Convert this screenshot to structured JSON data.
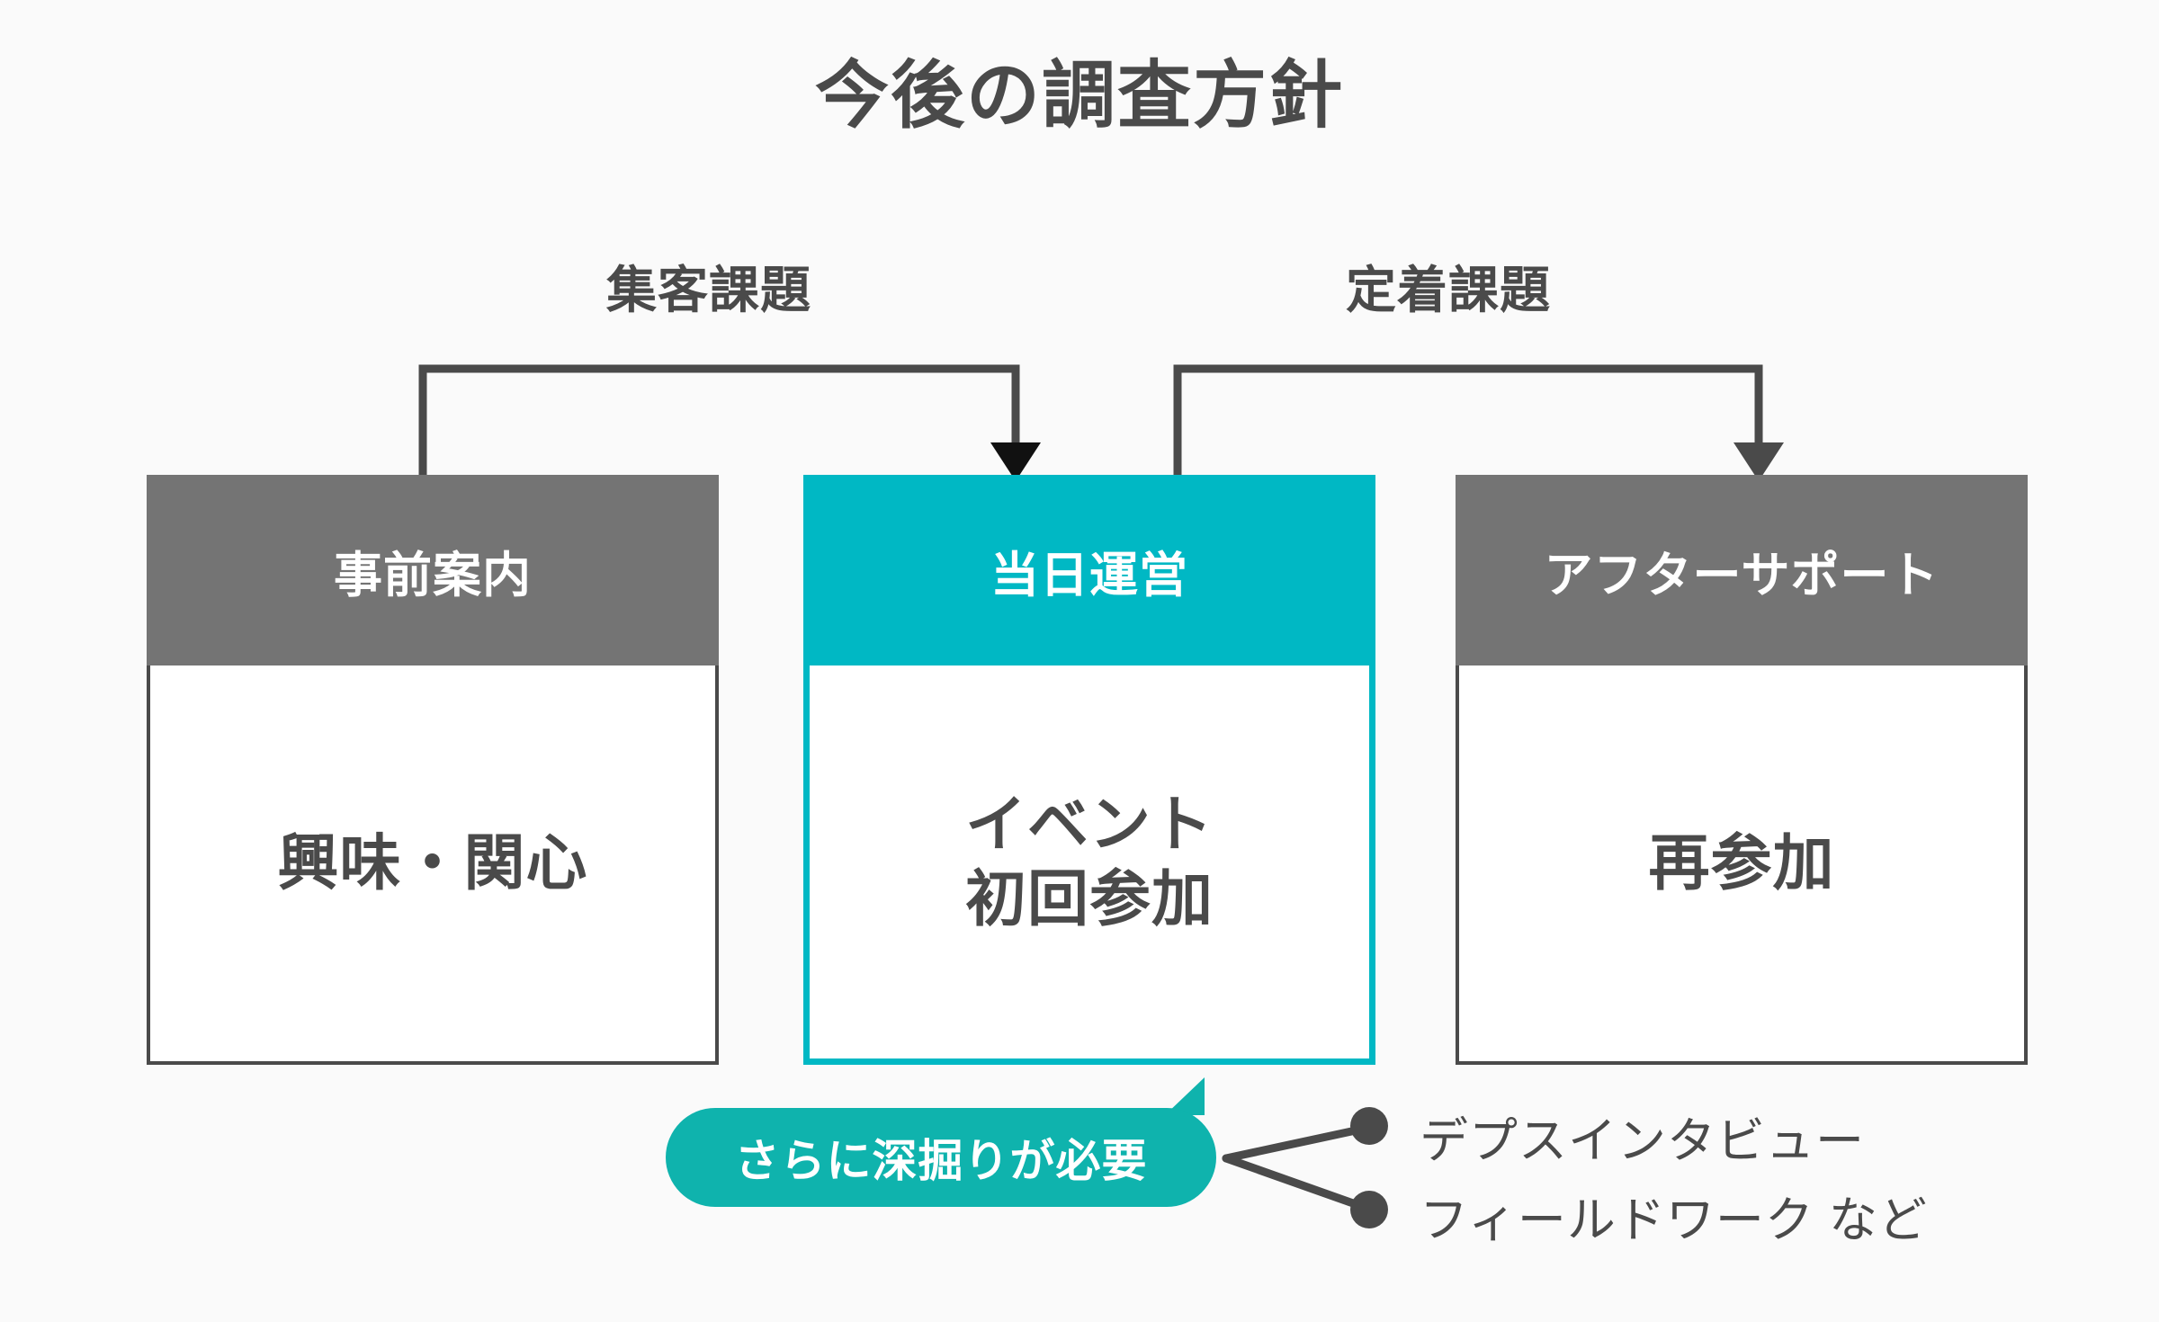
{
  "page": {
    "title": "今後の調査方針",
    "background_color": "#fafafa",
    "text_color": "#4a4a4a",
    "accent_color": "#00B8C4",
    "bubble_color": "#0FB3AD",
    "neutral_color": "#747474"
  },
  "flow_labels": [
    {
      "text": "集客課題",
      "from": "事前案内",
      "to": "当日運営"
    },
    {
      "text": "定着課題",
      "from": "当日運営",
      "to": "アフターサポート"
    }
  ],
  "stages": [
    {
      "header": "事前案内",
      "body_line_1": "興味・関心",
      "body_line_2": "",
      "highlighted": false
    },
    {
      "header": "当日運営",
      "body_line_1": "イベント",
      "body_line_2": "初回参加",
      "highlighted": true
    },
    {
      "header": "アフターサポート",
      "body_line_1": "再参加",
      "body_line_2": "",
      "highlighted": false
    }
  ],
  "callout": {
    "text": "さらに深掘りが必要",
    "points_to": "当日運営"
  },
  "methods": [
    {
      "text": "デプスインタビュー"
    },
    {
      "text": "フィールドワーク など"
    }
  ]
}
